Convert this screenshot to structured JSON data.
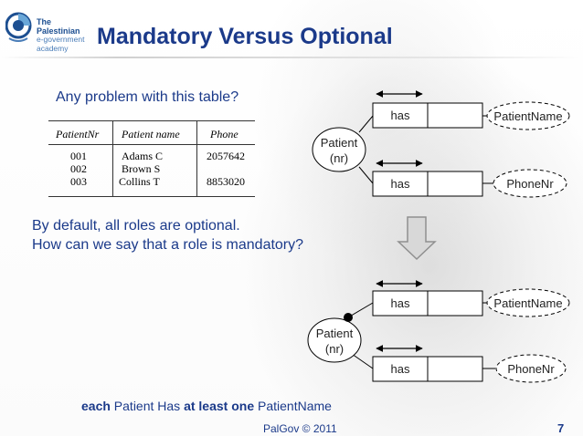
{
  "logo": {
    "line1": "The Palestinian",
    "line2": "e-government",
    "line3": "academy"
  },
  "title": "Mandatory Versus Optional",
  "question": "Any problem with this table?",
  "table": {
    "headers": [
      "PatientNr",
      "Patient name",
      "Phone"
    ],
    "rows": [
      [
        "001",
        "Adams C",
        "2057642"
      ],
      [
        "002",
        "Brown S",
        ""
      ],
      [
        "003",
        "Collins T",
        "8853020"
      ]
    ]
  },
  "paragraph": {
    "line1": "By default, all roles are optional.",
    "line2": "How can we say that a role is mandatory?"
  },
  "diagram_top": {
    "entity_name": "Patient",
    "entity_ref": "(nr)",
    "fact1_role": "has",
    "fact1_target": "PatientName",
    "fact2_role": "has",
    "fact2_target": "PhoneNr"
  },
  "diagram_bottom": {
    "entity_name": "Patient",
    "entity_ref": "(nr)",
    "fact1_role": "has",
    "fact1_target": "PatientName",
    "fact2_role": "has",
    "fact2_target": "PhoneNr"
  },
  "footer": {
    "w1": "each",
    "w2": " Patient Has ",
    "w3": "at least one",
    "w4": " PatientName"
  },
  "copyright": "PalGov © 2011",
  "page_number": "7",
  "colors": {
    "title": "#1b3a8a",
    "text": "#1b3a8a",
    "arrow_down": "#9a9a9a"
  }
}
